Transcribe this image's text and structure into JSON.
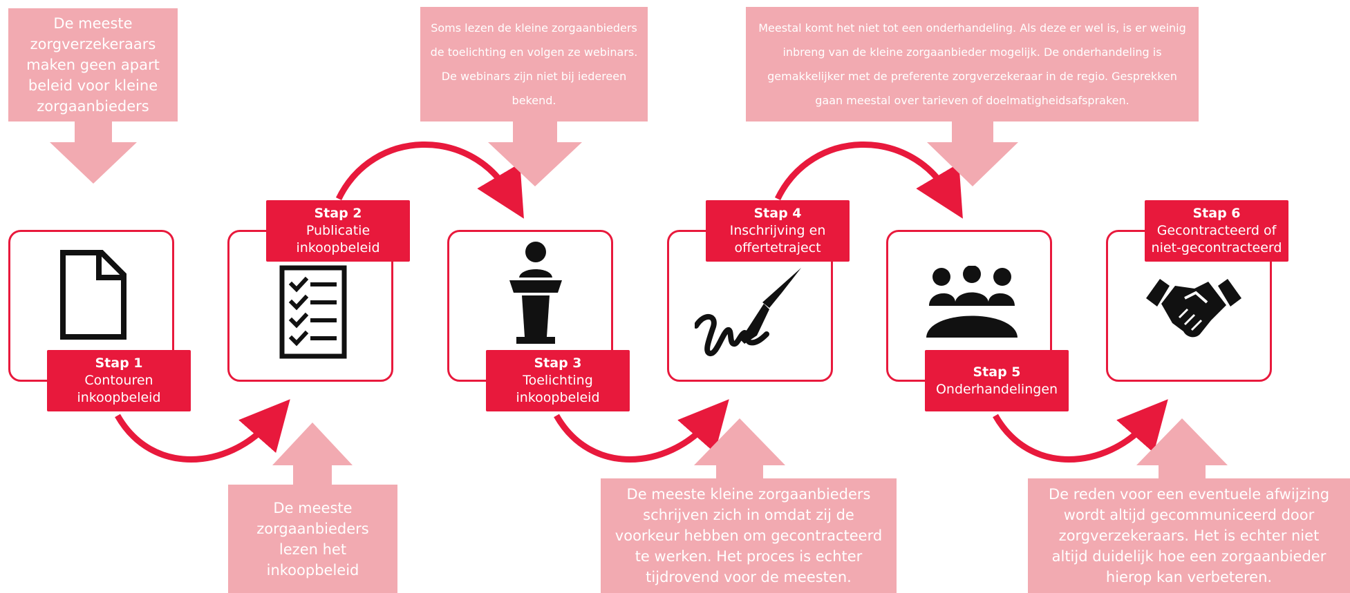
{
  "colors": {
    "accent": "#e8193c",
    "note_fill": "#f2aab1",
    "icon": "#111111",
    "text_on_accent": "#ffffff"
  },
  "steps": [
    {
      "stap": "Stap 1",
      "title_lines": [
        "Contouren",
        "inkoopbeleid"
      ],
      "icon": "document-icon"
    },
    {
      "stap": "Stap 2",
      "title_lines": [
        "Publicatie",
        "inkoopbeleid"
      ],
      "icon": "checklist-icon"
    },
    {
      "stap": "Stap 3",
      "title_lines": [
        "Toelichting",
        "inkoopbeleid"
      ],
      "icon": "podium-speaker-icon"
    },
    {
      "stap": "Stap 4",
      "title_lines": [
        "Inschrijving en",
        "offertetraject"
      ],
      "icon": "fountain-pen-signature-icon"
    },
    {
      "stap": "Stap 5",
      "title_lines": [
        "Onderhandelingen"
      ],
      "icon": "meeting-table-icon"
    },
    {
      "stap": "Stap 6",
      "title_lines": [
        "Gecontracteerd of",
        "niet-gecontracteerd"
      ],
      "icon": "handshake-icon"
    }
  ],
  "notes": {
    "stap1": "De meeste zorgverzekeraars maken geen apart beleid voor kleine zorgaanbieders",
    "stap2": "De meeste zorgaanbieders lezen het inkoopbeleid",
    "stap3": "Soms lezen de kleine zorgaanbieders de toelichting en volgen ze webinars. De webinars zijn niet bij iedereen bekend.",
    "stap4": "De meeste kleine zorgaanbieders schrijven zich in omdat zij de voorkeur hebben om gecontracteerd te werken. Het proces is echter tijdrovend voor de meesten.",
    "stap5": "Meestal komt het niet tot een onderhandeling. Als deze er wel is, is er weinig inbreng van de kleine zorgaanbieder mogelijk. De onderhandeling is gemakkelijker met de preferente zorgverzekeraar in de regio. Gesprekken gaan meestal over tarieven of doelmatigheidsafspraken.",
    "stap6": "De reden voor een eventuele afwijzing wordt altijd gecommuniceerd door zorgverzekeraars. Het is echter niet altijd duidelijk hoe een zorgaanbieder hierop kan verbeteren."
  }
}
